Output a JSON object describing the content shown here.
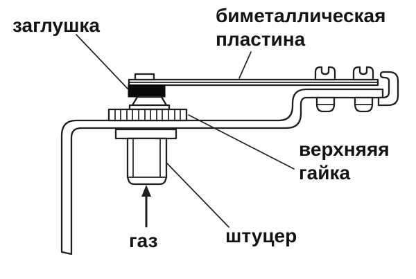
{
  "diagram": {
    "kind": "technical-line-drawing",
    "labels": {
      "plug": "заглушка",
      "plate_line1": "биметаллическая",
      "plate_line2": "пластина",
      "nut_line1": "верхняяя",
      "nut_line2": "гайка",
      "gas": "газ",
      "fitting": "штуцер"
    },
    "colors": {
      "line": "#1f1f1f",
      "fill": "#ffffff",
      "plug": "#0a0a0a",
      "text": "#141414",
      "background": "#ffffff"
    }
  }
}
